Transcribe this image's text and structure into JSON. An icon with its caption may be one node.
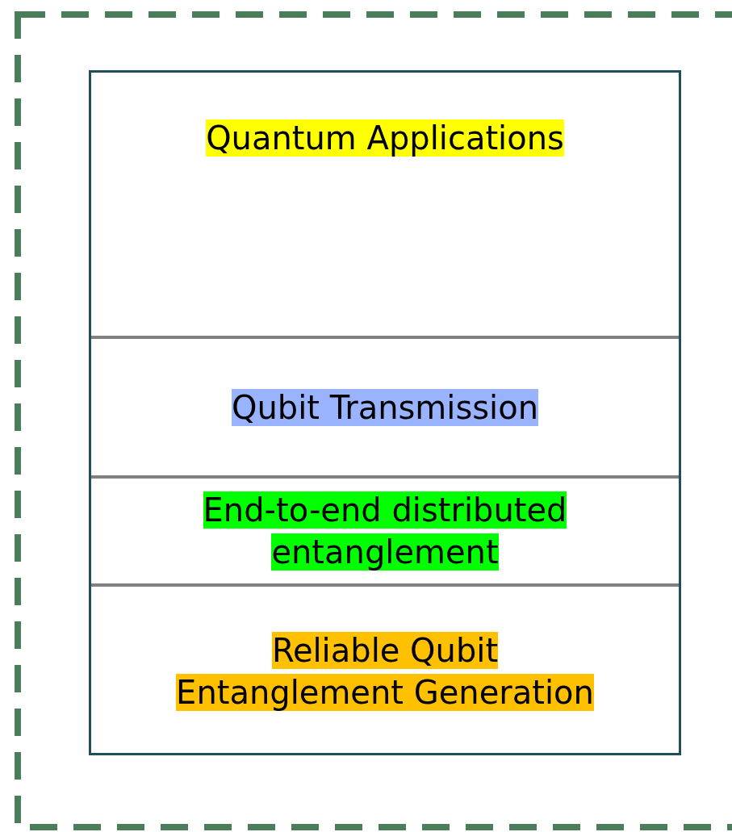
{
  "diagram": {
    "nodes": [
      {
        "text": [],
        "shape": "box"
      },
      {
        "text": [],
        "shape": "box",
        "in": 0
      },
      {
        "text": [
          "Quantum Applications"
        ],
        "in": 1
      },
      {
        "text": [
          "Qubit Transmission"
        ],
        "in": 1
      },
      {
        "text": [
          "End-to-end distributed entanglement"
        ],
        "in": 1
      },
      {
        "text": [
          "Reliable Qubit Entanglement Generation"
        ],
        "in": 1
      }
    ]
  }
}
